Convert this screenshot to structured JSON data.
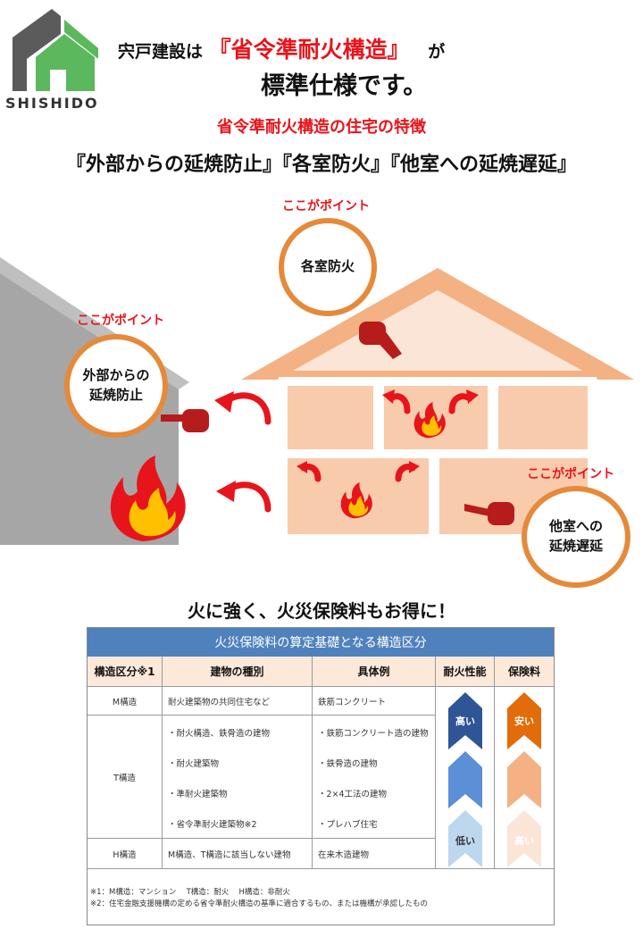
{
  "header": {
    "logo_text": "SHISHIDO",
    "headline_prefix": "宍戸建設は",
    "headline_highlight": "『省令準耐火構造』",
    "headline_suffix": "が",
    "headline_line2": "標準仕様です。"
  },
  "features": {
    "title": "省令準耐火構造の住宅の特徴",
    "list": "『外部からの延焼防止』『各室防火』『他室への延焼遅延』"
  },
  "illustration": {
    "points": [
      {
        "label": "ここがポイント",
        "text_l1": "各室防火",
        "text_l2": ""
      },
      {
        "label": "ここがポイント",
        "text_l1": "外部からの",
        "text_l2": "延焼防止"
      },
      {
        "label": "ここがポイント",
        "text_l1": "他室への",
        "text_l2": "延焼遅延"
      }
    ]
  },
  "insurance": {
    "headline": "火に強く、火災保険料もお得に！",
    "table_title": "火災保険料の算定基礎となる構造区分",
    "headers": [
      "構造区分※1",
      "建物の種別",
      "具体例",
      "耐火性能",
      "保険料"
    ],
    "rows": {
      "m": {
        "label": "M構造",
        "type": "耐火建築物の共同住宅など",
        "example": "鉄筋コンクリート"
      },
      "t": {
        "label": "T構造",
        "types": [
          "・耐火構造、鉄骨造の建物",
          "・耐火建築物",
          "・準耐火建築物",
          "・省令準耐火建築物※2"
        ],
        "examples": [
          "・鉄筋コンクリート造の建物",
          "・鉄骨造の建物",
          "・2×4工法の建物",
          "・プレハブ住宅"
        ]
      },
      "h": {
        "label": "H構造",
        "type": "M構造、T構造に該当しない建物",
        "example": "在来木造建物"
      }
    },
    "performance": {
      "high": "高い",
      "low": "低い"
    },
    "premium": {
      "low": "安い",
      "high": "高い"
    },
    "notes": [
      "※1：M構造：マンション　 T構造：耐火　 H構造：非耐火",
      "※2：住宅金融支援機構の定める省令準耐火構造の基準に適合するもの、または機構が承認したもの"
    ],
    "colors": {
      "title_bg": "#4f81bd",
      "header_bg": "#fde9d9",
      "perf_dark": "#2f5597",
      "perf_mid": "#5b8fd6",
      "perf_light": "#bdd7ee",
      "prem_dark": "#e36c0a",
      "prem_mid": "#f4b183",
      "prem_light": "#fbe5d6"
    }
  }
}
